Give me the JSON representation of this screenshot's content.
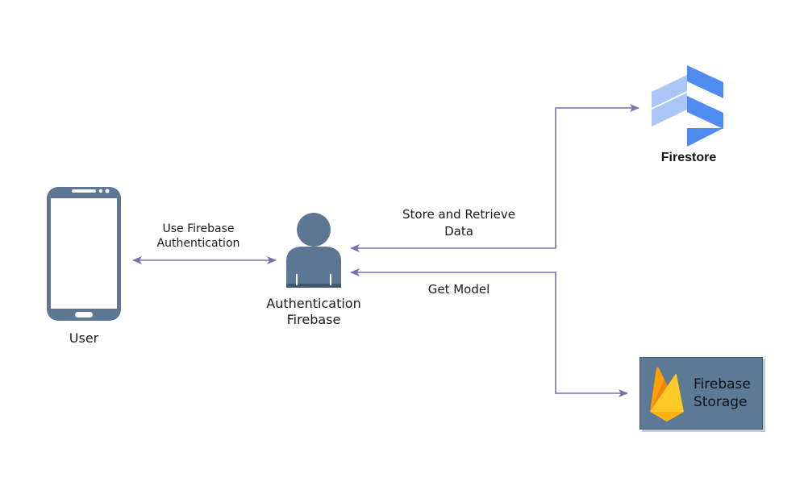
{
  "nodes": {
    "user": {
      "label": "User"
    },
    "auth": {
      "label_line1": "Authentication",
      "label_line2": "Firebase"
    },
    "firestore": {
      "label": "Firestore"
    },
    "storage": {
      "label_line1": "Firebase",
      "label_line2": "Storage"
    }
  },
  "edges": {
    "user_auth": {
      "label_line1": "Use Firebase",
      "label_line2": "Authentication"
    },
    "auth_firestore": {
      "label_line1": "Store and Retrieve",
      "label_line2": "Data"
    },
    "auth_storage": {
      "label": "Get Model"
    }
  },
  "colors": {
    "arrow": "#7b6fae",
    "icon_slate": "#5b7793",
    "firestore_light": "#a9c6f7",
    "firestore_dark": "#4f8cf0",
    "flame_yellow": "#ffca28",
    "flame_orange": "#f5820d",
    "flame_amber": "#ffa000"
  }
}
